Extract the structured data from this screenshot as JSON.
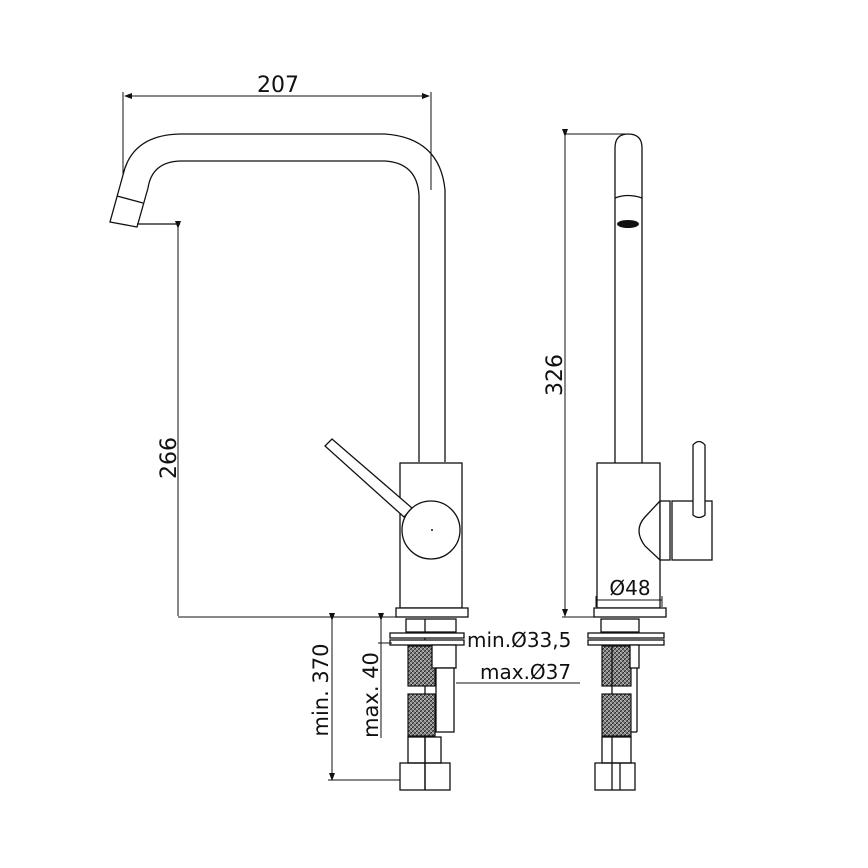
{
  "drawing": {
    "subject": "single-lever kitchen faucet technical drawing",
    "views": [
      "front",
      "side"
    ],
    "colors": {
      "line": "#111111",
      "background": "#ffffff"
    }
  },
  "dimensions": {
    "spout_reach": "207",
    "spout_height": "266",
    "total_height": "326",
    "body_diameter": "Ø48",
    "hose_length": "min. 370",
    "max_counter_thickness": "max. 40",
    "hole_min": "min.Ø33,5",
    "hole_max": "max.Ø37"
  }
}
